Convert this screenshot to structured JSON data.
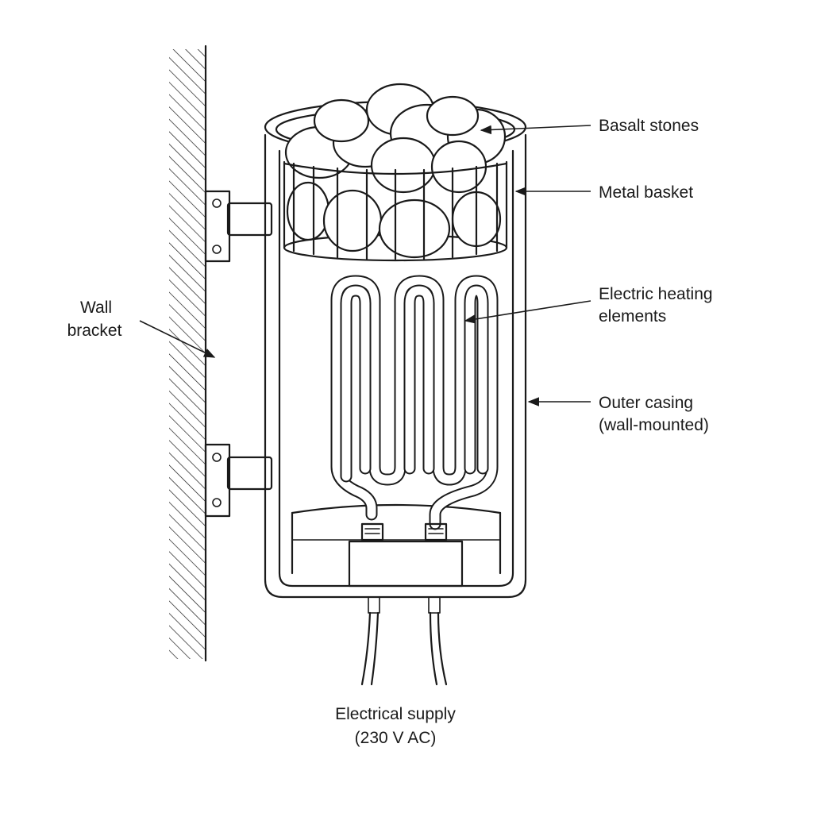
{
  "labels": {
    "basalt_stones": "Basalt stones",
    "metal_basket": "Metal basket",
    "heating_line1": "Electric heating",
    "heating_line2": "elements",
    "casing_line1": "Outer casing",
    "casing_line2": "(wall-mounted)",
    "wall_line1": "Wall",
    "wall_line2": "bracket",
    "supply_line1": "Electrical supply",
    "supply_line2": "(230 V AC)"
  }
}
